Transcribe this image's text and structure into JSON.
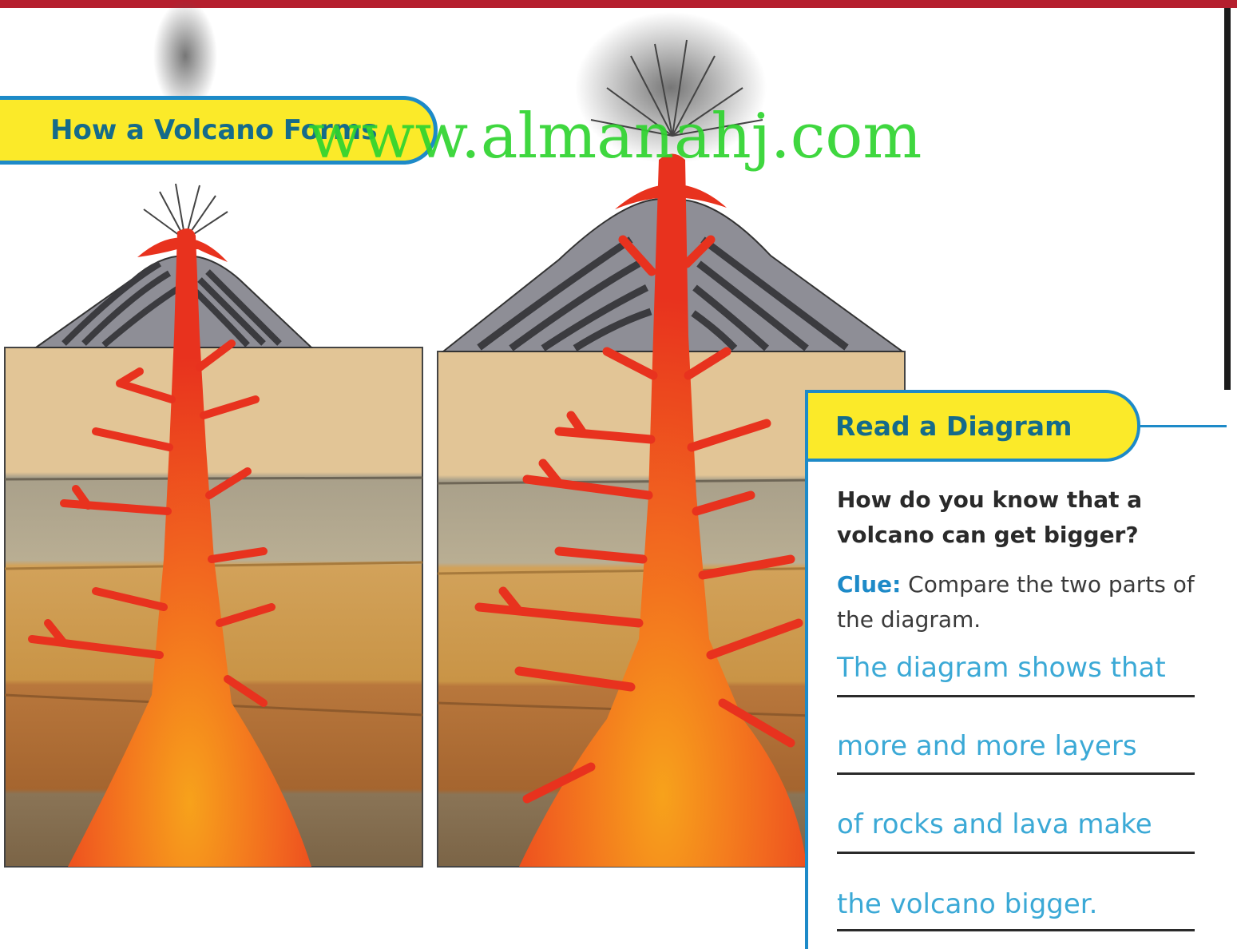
{
  "diagram": {
    "title": "How a Volcano Forms",
    "watermark": "www.almanahj.com"
  },
  "read_a_diagram": {
    "heading": "Read a Diagram",
    "question": "How do you know that a volcano can get bigger?",
    "clue_label": "Clue:",
    "clue_text": " Compare the two parts of the diagram.",
    "answer_lines": [
      "The diagram shows that",
      "more and more layers",
      "of rocks and lava make",
      "the volcano bigger."
    ]
  },
  "colors": {
    "tab_yellow": "#fbea29",
    "tab_border_blue": "#1d8ac8",
    "heading_teal": "#156b8a",
    "answer_blue": "#3ba9d6",
    "lava_red": "#e8321e",
    "top_rule_red": "#b51f2e"
  }
}
